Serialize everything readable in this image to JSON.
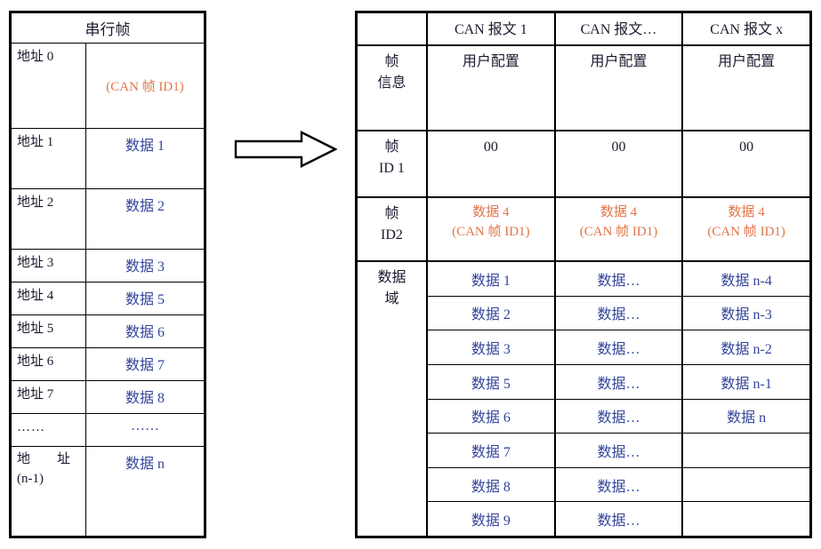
{
  "diagram": {
    "title_semantic": "serial-frame-to-can-message-mapping",
    "arrow": {
      "name": "transform-arrow",
      "direction": "right"
    },
    "colors": {
      "text_dark": "#1a1a2e",
      "data_blue": "#33449a",
      "id_orange": "#e0764a",
      "border": "#000000"
    }
  },
  "left_table": {
    "title": "串行帧",
    "column_headers": [
      "",
      ""
    ],
    "rows": [
      {
        "address": "地址 0",
        "data": "(CAN 帧 ID1)",
        "color": "orange",
        "tall": true
      },
      {
        "address": "地址 1",
        "data": "数据 1",
        "color": "blue",
        "tall": true
      },
      {
        "address": "地址 2",
        "data": "数据 2",
        "color": "blue",
        "tall": true
      },
      {
        "address": "地址 3",
        "data": "数据 3",
        "color": "blue",
        "tall": false
      },
      {
        "address": "地址 4",
        "data": "数据 5",
        "color": "blue",
        "tall": false
      },
      {
        "address": "地址 5",
        "data": "数据 6",
        "color": "blue",
        "tall": false
      },
      {
        "address": "地址 6",
        "data": "数据 7",
        "color": "blue",
        "tall": false
      },
      {
        "address": "地址 7",
        "data": "数据 8",
        "color": "blue",
        "tall": false
      },
      {
        "address": "……",
        "data": "……",
        "color": "blue",
        "tall": false
      },
      {
        "address_line1": "地 址",
        "address_line2": "(n-1)",
        "data": "数据 n",
        "color": "blue",
        "tall": true
      }
    ]
  },
  "right_table": {
    "corner_label": "",
    "column_headers": [
      "CAN 报文 1",
      "CAN 报文…",
      "CAN 报文 x"
    ],
    "sections": [
      {
        "label_line1": "帧",
        "label_line2": "信息",
        "cells": [
          "用户配置",
          "用户配置",
          "用户配置"
        ],
        "color": "dark"
      },
      {
        "label_line1": "帧",
        "label_line2": "ID 1",
        "cells": [
          "00",
          "00",
          "00"
        ],
        "color": "dark"
      },
      {
        "label_line1": "帧",
        "label_line2": "ID2",
        "cells_line1": [
          "数据 4",
          "数据 4",
          "数据 4"
        ],
        "cells_line2": [
          "(CAN 帧 ID1)",
          "(CAN 帧 ID1)",
          "(CAN 帧 ID1)"
        ],
        "color": "orange"
      }
    ],
    "data_field": {
      "label_line1": "数据",
      "label_line2": "域",
      "rows": [
        [
          "数据 1",
          "数据…",
          "数据 n-4"
        ],
        [
          "数据 2",
          "数据…",
          "数据 n-3"
        ],
        [
          "数据 3",
          "数据…",
          "数据 n-2"
        ],
        [
          "数据 5",
          "数据…",
          "数据 n-1"
        ],
        [
          "数据 6",
          "数据…",
          "数据 n"
        ],
        [
          "数据 7",
          "数据…",
          ""
        ],
        [
          "数据 8",
          "数据…",
          ""
        ],
        [
          "数据 9",
          "数据…",
          ""
        ]
      ]
    }
  }
}
